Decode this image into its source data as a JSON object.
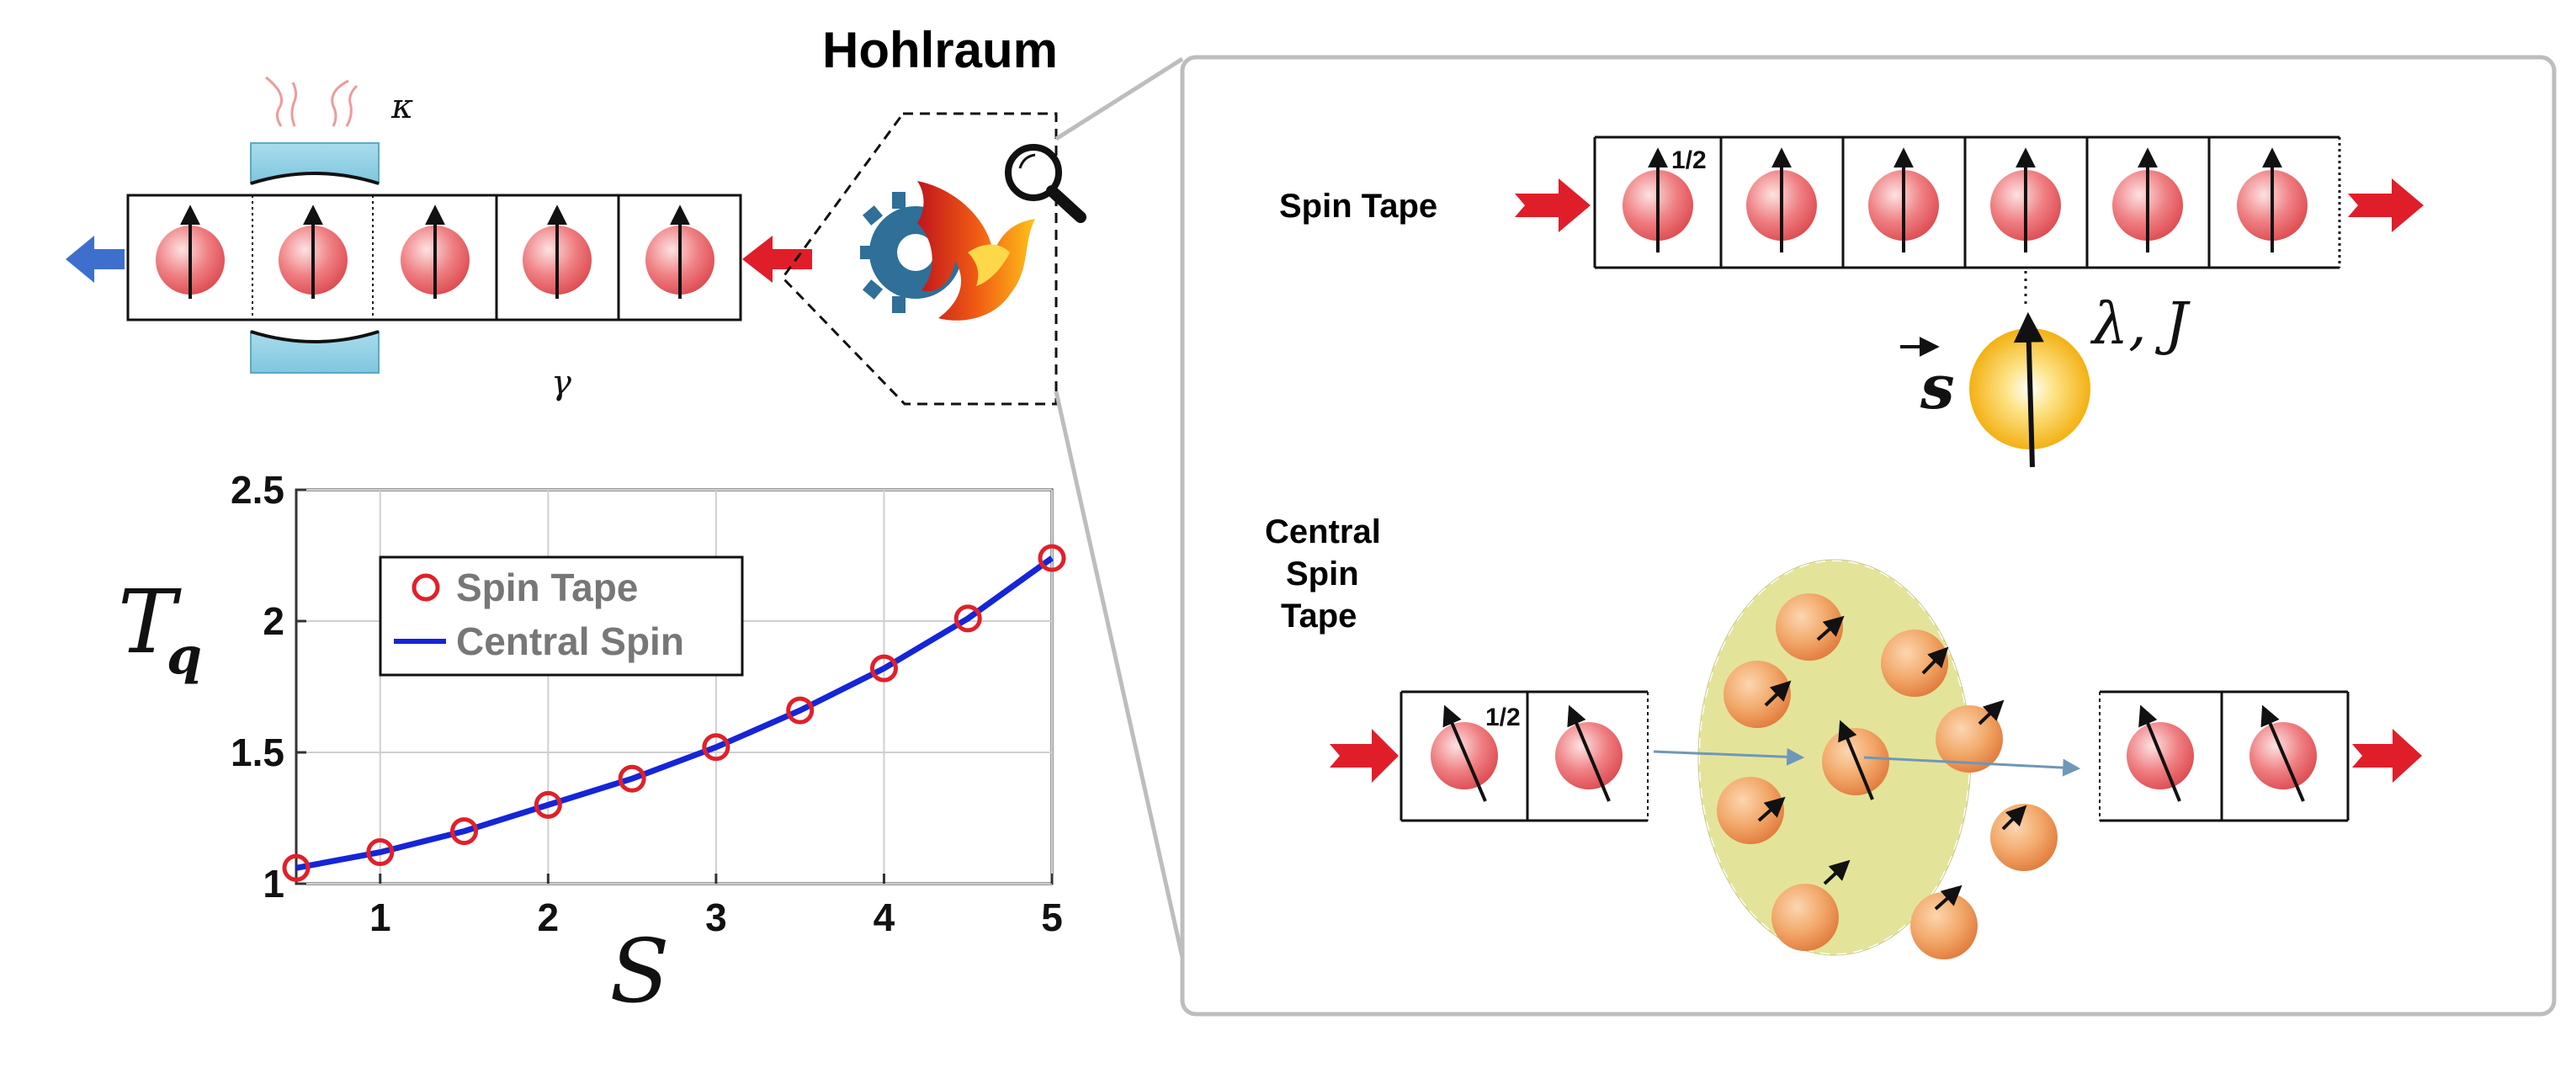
{
  "hohlraum": {
    "title": "Hohlraum"
  },
  "cavity": {
    "kappa": "κ",
    "gamma": "γ"
  },
  "spin_tape": {
    "label": "Spin Tape",
    "half": "1/2"
  },
  "central_spin": {
    "s_symbol": "s",
    "coupling": "λ, J"
  },
  "central_spin_tape": {
    "label_line1": "Central",
    "label_line2": "Spin",
    "label_line3": "Tape",
    "half": "1/2"
  },
  "colors": {
    "spin_red": "#e8585c",
    "arrow_red": "#e01e2a",
    "arrow_blue": "#3f6fcc",
    "central_gold": "#f7b500",
    "ellipse_fill": "#e3e49a",
    "orange_spin": "#f0a050"
  },
  "chart_data": {
    "type": "line",
    "ylabel": "T_q",
    "xlabel": "S",
    "xlim": [
      0.5,
      5
    ],
    "ylim": [
      1,
      2.5
    ],
    "x_ticks": [
      "1",
      "2",
      "3",
      "4",
      "5"
    ],
    "y_ticks": [
      "1",
      "1.5",
      "2",
      "2.5"
    ],
    "legend_position": "upper-left",
    "series": [
      {
        "name": "Spin Tape",
        "style": "markers",
        "color": "#e0202a",
        "x": [
          0.5,
          1,
          1.5,
          2,
          2.5,
          3,
          3.5,
          4,
          4.5,
          5
        ],
        "y": [
          1.06,
          1.12,
          1.2,
          1.3,
          1.4,
          1.52,
          1.66,
          1.82,
          2.01,
          2.24
        ]
      },
      {
        "name": "Central Spin",
        "style": "line",
        "color": "#1525d8",
        "x": [
          0.5,
          1,
          1.5,
          2,
          2.5,
          3,
          3.5,
          4,
          4.5,
          5
        ],
        "y": [
          1.06,
          1.12,
          1.2,
          1.3,
          1.4,
          1.52,
          1.66,
          1.82,
          2.01,
          2.24
        ]
      }
    ]
  }
}
